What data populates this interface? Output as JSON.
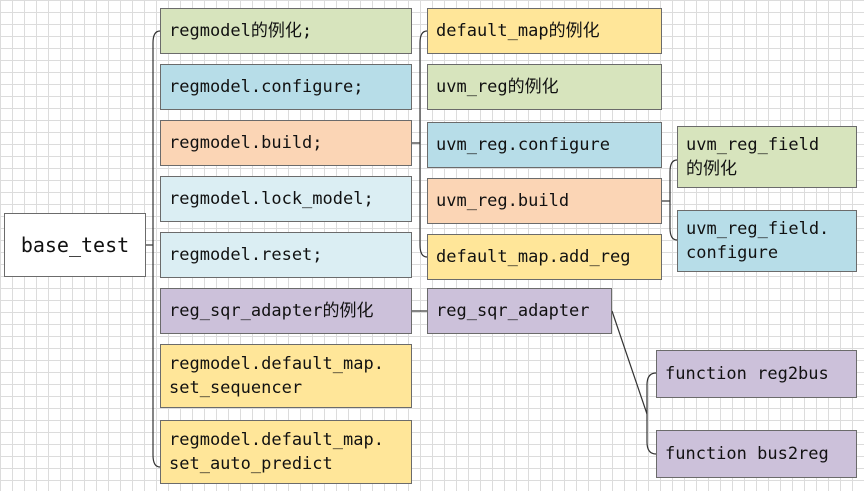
{
  "root": "base_test",
  "col1": [
    "regmodel的例化;",
    "regmodel.configure;",
    "regmodel.build;",
    "regmodel.lock_model;",
    "regmodel.reset;",
    "reg_sqr_adapter的例化",
    "regmodel.default_map.\nset_sequencer",
    "regmodel.default_map.\nset_auto_predict"
  ],
  "col2": [
    "default_map的例化",
    "uvm_reg的例化",
    "uvm_reg.configure",
    "uvm_reg.build",
    "default_map.add_reg",
    "reg_sqr_adapter"
  ],
  "col3": [
    "uvm_reg_field\n的例化",
    "uvm_reg_field.\nconfigure"
  ],
  "col4": [
    "function reg2bus",
    "function bus2reg"
  ],
  "colors": {
    "green": "#d7e4bd",
    "blue": "#b7dde8",
    "peach": "#fbd5b5",
    "lightblue": "#dbeef3",
    "purple": "#ccc1da",
    "yellow": "#ffe699"
  }
}
